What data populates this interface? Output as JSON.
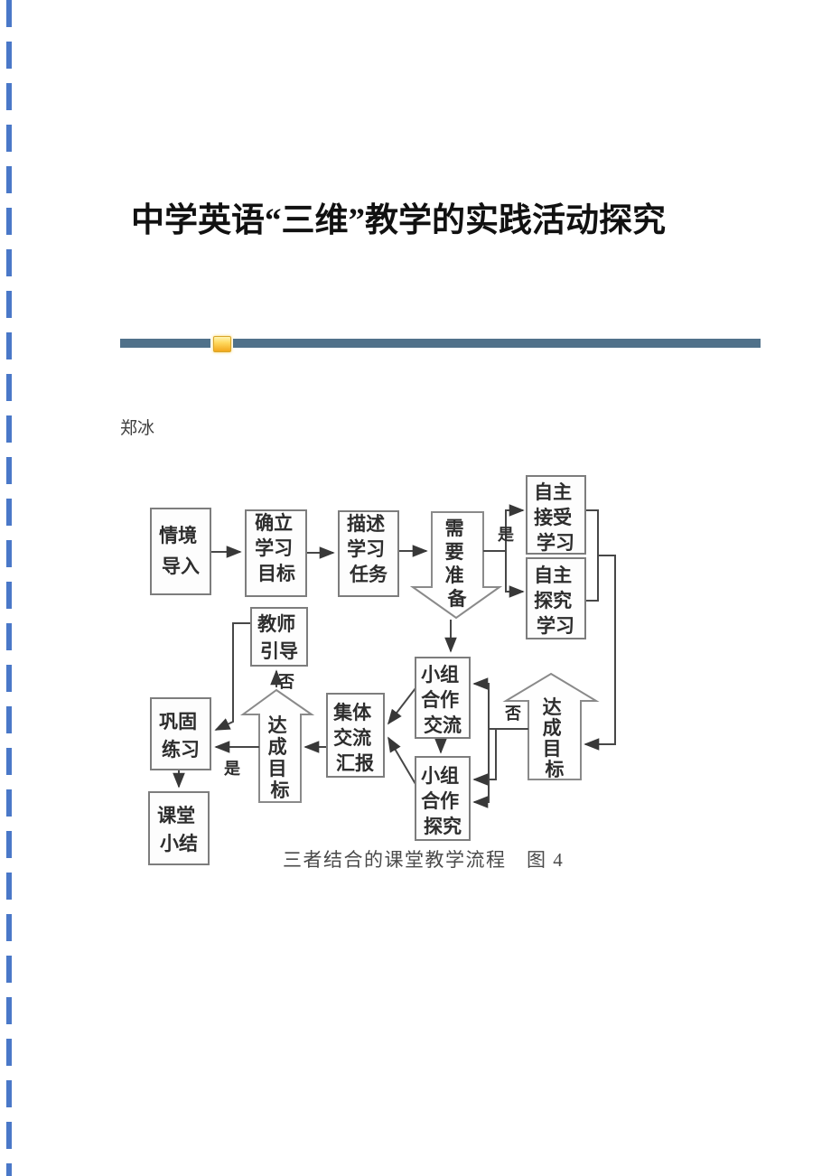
{
  "page": {
    "title": "中学英语“三维”教学的实践活动探究",
    "author": "郑冰"
  },
  "divider": {
    "bar_color": "#50718a",
    "icon": "yellow-marker-icon",
    "icon_color": "#f2a71b"
  },
  "colors": {
    "page_border_dash": "#4a78c8",
    "box_border": "#7d7d7d",
    "connector": "#474747"
  },
  "flowchart": {
    "caption": "三者结合的课堂教学流程　图 4",
    "boxes": {
      "qingjing": {
        "l1": "情境",
        "l2": "导入"
      },
      "queli": {
        "l1": "确立",
        "l2": "学习",
        "l3": "目标"
      },
      "miaoshu": {
        "l1": "描述",
        "l2": "学习",
        "l3": "任务"
      },
      "zizhu_jieshou": {
        "l1": "自主",
        "l2": "接受",
        "l3": "学习"
      },
      "zizhu_tanjiu": {
        "l1": "自主",
        "l2": "探究",
        "l3": "学习"
      },
      "jiaoshi": {
        "l1": "教师",
        "l2": "引导"
      },
      "xiaozu_jiaoliu": {
        "l1": "小组",
        "l2": "合作",
        "l3": "交流"
      },
      "jiti": {
        "l1": "集体",
        "l2": "交流",
        "l3": "汇报"
      },
      "xiaozu_tanjiu": {
        "l1": "小组",
        "l2": "合作",
        "l3": "探究"
      },
      "gonggu": {
        "l1": "巩固",
        "l2": "练习"
      },
      "ketang": {
        "l1": "课堂",
        "l2": "小结"
      }
    },
    "fat_arrows": {
      "need_prepare": {
        "c1": "需",
        "c2": "要",
        "c3": "准",
        "c4": "备"
      },
      "goal_left": {
        "c1": "达",
        "c2": "成",
        "c3": "目",
        "c4": "标"
      },
      "goal_right": {
        "c1": "达",
        "c2": "成",
        "c3": "目",
        "c4": "标"
      }
    },
    "labels": {
      "yes_branch": "是",
      "no_to_teacher": "否",
      "yes_to_practice": "是",
      "no_retry": "否"
    }
  }
}
